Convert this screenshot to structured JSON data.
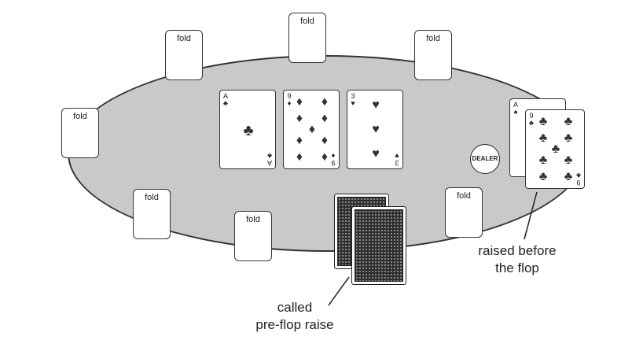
{
  "fold_label": "fold",
  "dealer_button": "DEALER",
  "board": [
    {
      "rank": "A",
      "suit": "♣"
    },
    {
      "rank": "9",
      "suit": "♦"
    },
    {
      "rank": "3",
      "suit": "♥"
    }
  ],
  "raiser_cards": [
    {
      "rank": "A",
      "suit": "♠"
    },
    {
      "rank": "9",
      "suit": "♣"
    }
  ],
  "annotations": {
    "raiser_line1": "raised before",
    "raiser_line2": "the flop",
    "caller_line1": "called",
    "caller_line2": "pre-flop raise"
  }
}
